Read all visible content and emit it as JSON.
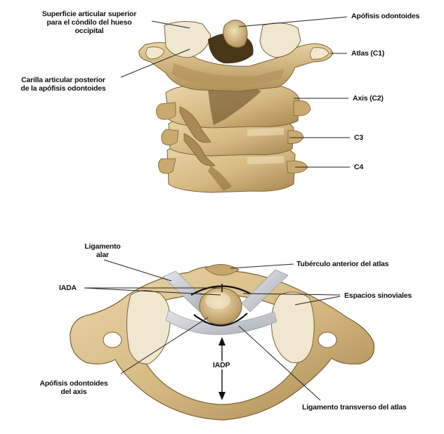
{
  "colors": {
    "bone": "#d9c08e",
    "bone_dark": "#a98a54",
    "bone_shadow": "#7d6236",
    "cartilage": "#e6e1cf",
    "ligament": "#c9ccd2",
    "ligament_edge": "#9aa0a8",
    "leader": "#222222",
    "text": "#111111"
  },
  "top_view": {
    "labels": {
      "superficie": [
        "Superficie articular superior",
        "para el cóndilo del hueso",
        "occipital"
      ],
      "carilla": [
        "Carilla articular posterior",
        "de la apófisis odontoides"
      ],
      "apofisis_odontoides": "Apófisis odontoides",
      "atlas": "Atlas (C1)",
      "axis": "Axis (C2)",
      "c3": "C3",
      "c4": "C4"
    }
  },
  "bottom_view": {
    "labels": {
      "ligamento_alar": [
        "Ligamento",
        "alar"
      ],
      "iada": "IADA",
      "tuberculo": "Tubérculo anterior del atlas",
      "espacios": "Espacios sinoviales",
      "iadp": "IADP",
      "apofisis_axis": [
        "Apófisis odontoides",
        "del axis"
      ],
      "ligamento_transverso": "Ligamento transverso del atlas"
    }
  }
}
